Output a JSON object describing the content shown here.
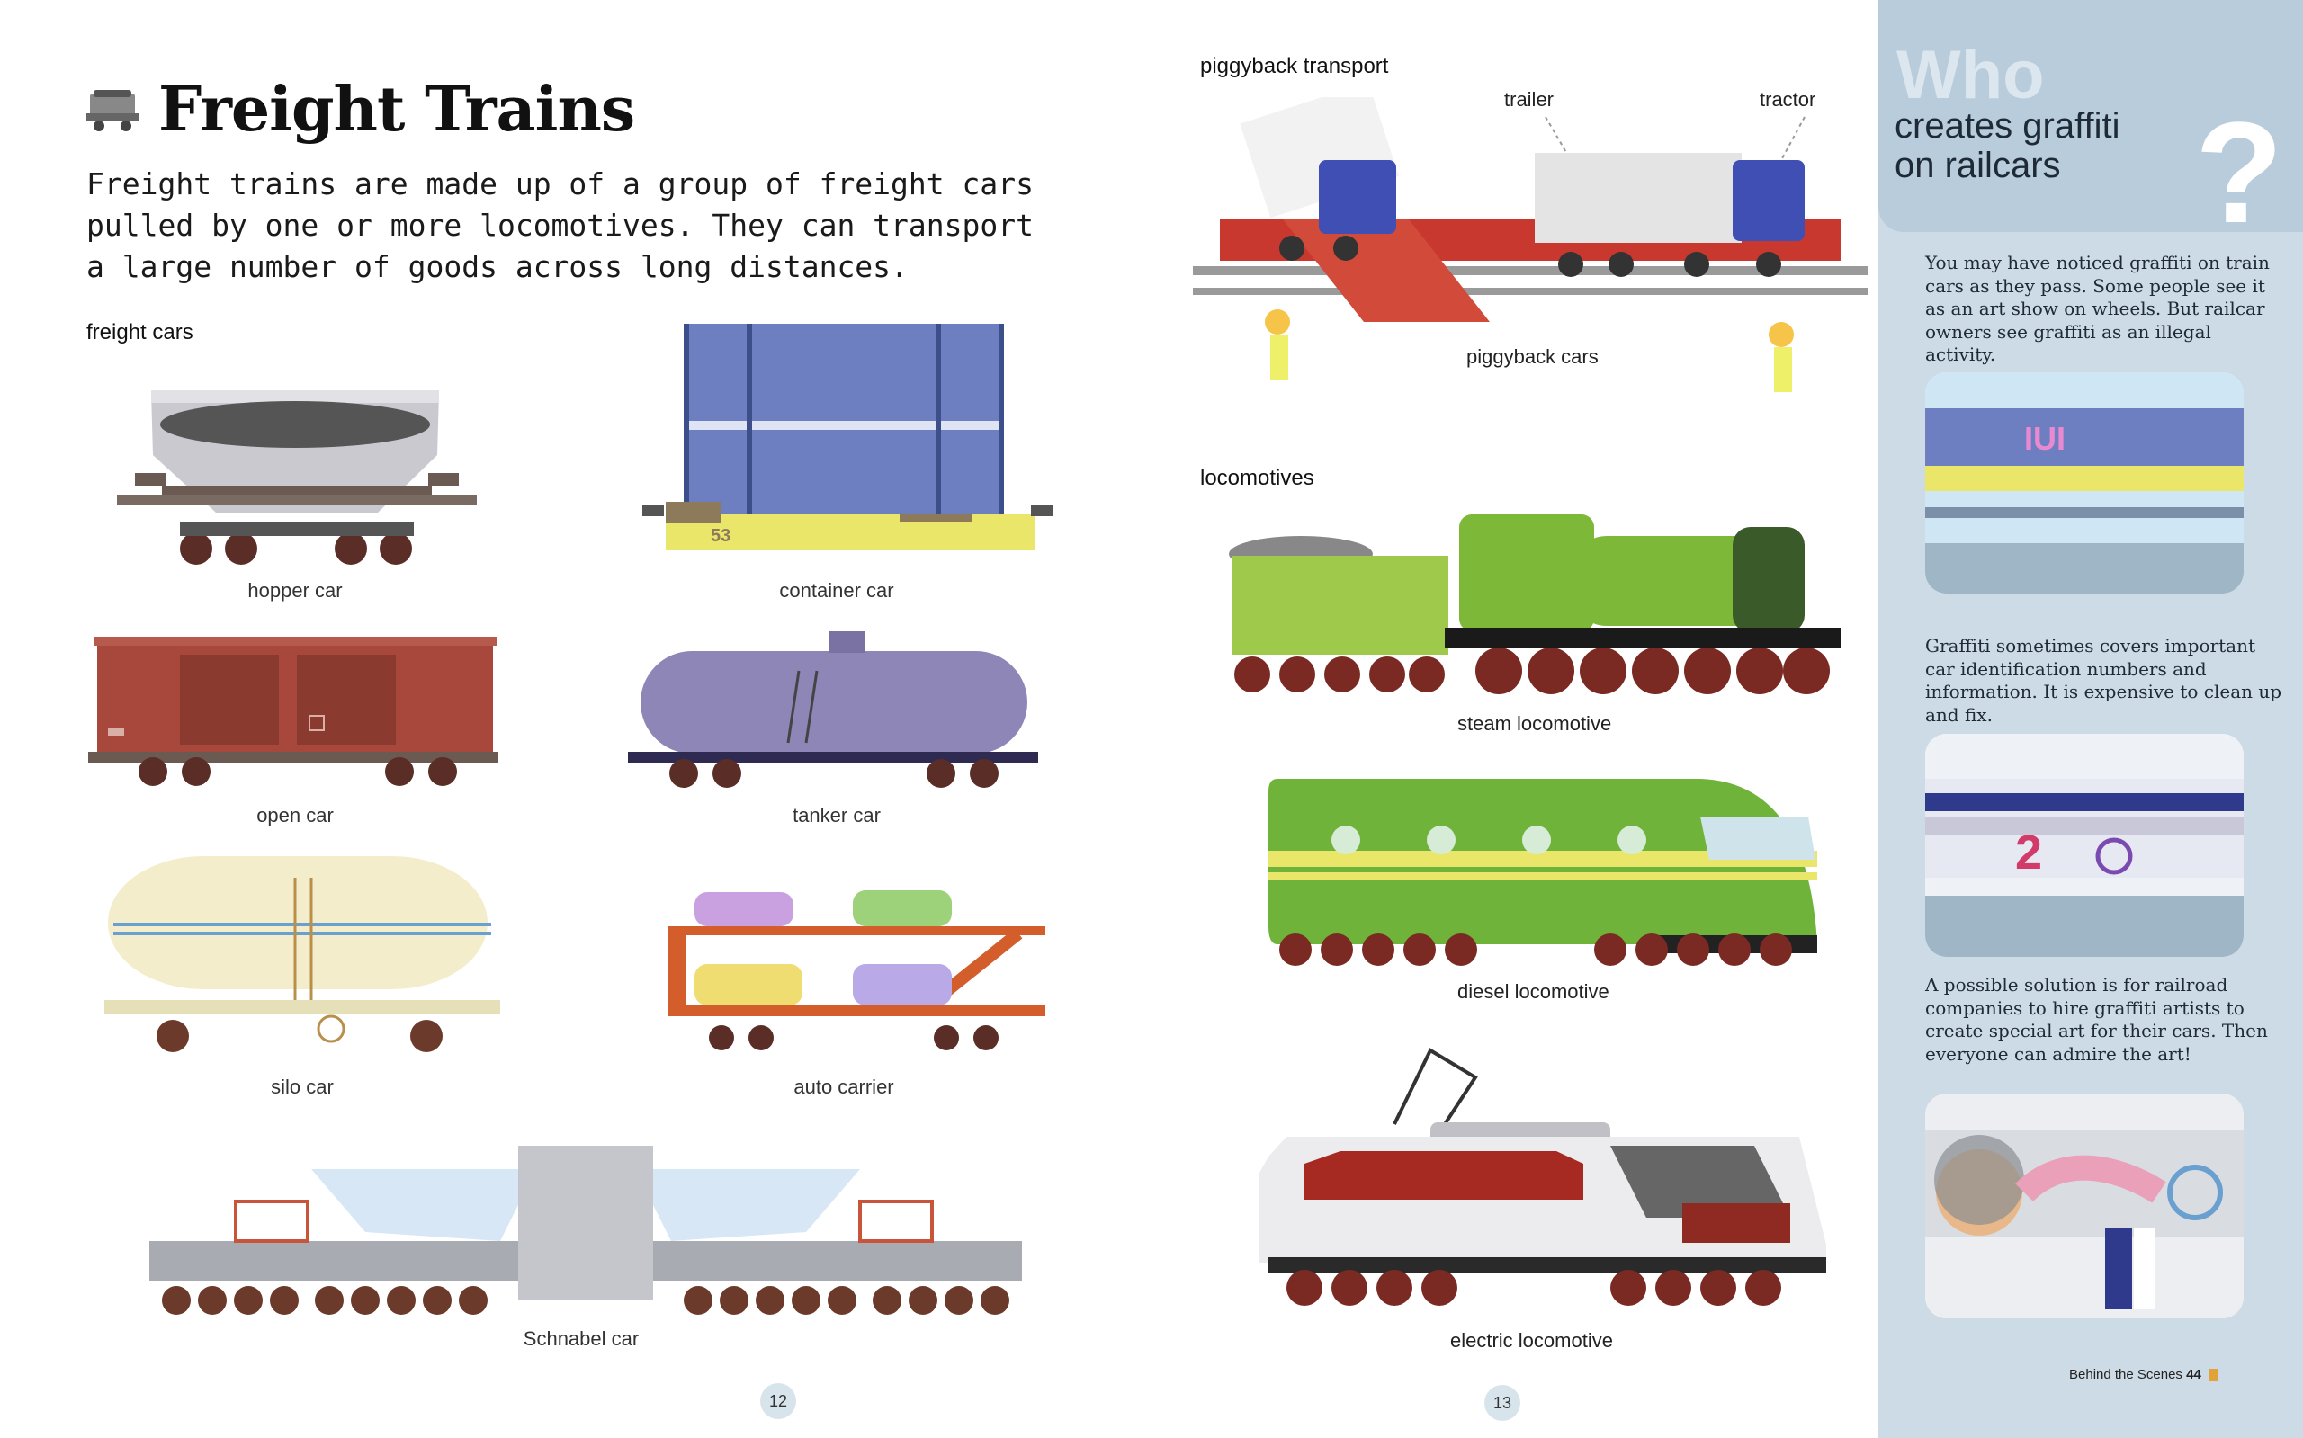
{
  "heading": {
    "title": "Freight Trains",
    "icon": "train-car-icon"
  },
  "intro": "Freight trains are made up of a group of freight cars pulled by one or more locomotives. They can transport a large number of goods across long distances.",
  "freight_section": {
    "label": "freight cars"
  },
  "freight_cars": {
    "hopper": "hopper car",
    "container": "container car",
    "open": "open car",
    "tanker": "tanker car",
    "silo": "silo car",
    "auto": "auto carrier",
    "schnabel": "Schnabel car"
  },
  "container_number": "53",
  "piggyback": {
    "label": "piggyback transport",
    "trailer": "trailer",
    "tractor": "tractor",
    "cars": "piggyback cars"
  },
  "locomotives": {
    "label": "locomotives",
    "steam": "steam locomotive",
    "diesel": "diesel locomotive",
    "electric": "electric locomotive"
  },
  "pages": {
    "left": "12",
    "right": "13"
  },
  "sidebar": {
    "who": "Who",
    "subtitle": "creates graffiti on railcars",
    "qmark": "?",
    "p1": "You may have noticed graffiti on train cars as they pass. Some people see it as an art show on wheels. But railcar owners see graffiti as an illegal activity.",
    "p2": "Graffiti sometimes covers important car identification numbers and information. It is expensive to clean up and fix.",
    "p3": "A possible solution is for railroad companies to hire graffiti artists to create special art for their cars. Then everyone can admire the art!",
    "footer": "Behind the Scenes",
    "footer_num": "44"
  },
  "colors": {
    "sidebar": "#cddbe6",
    "sidebar_head": "#b8ccdb",
    "steam_green": "#7db838",
    "diesel_green": "#6fb33b",
    "open_car": "#a8473b",
    "tanker": "#8f86b8"
  }
}
